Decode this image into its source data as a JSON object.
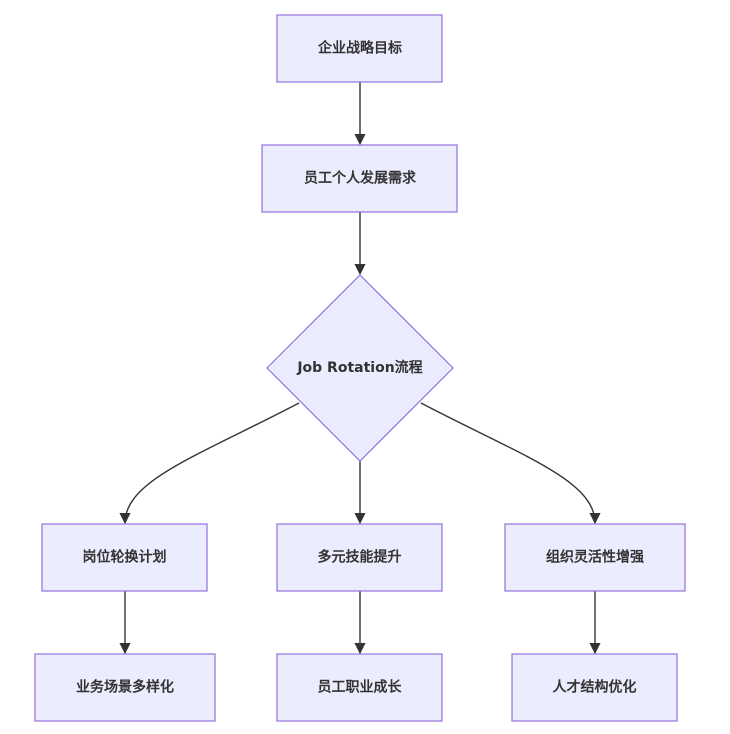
{
  "diagram": {
    "nodes": {
      "goal": "企业战略目标",
      "needs": "员工个人发展需求",
      "process": "Job Rotation流程",
      "plan": "岗位轮换计划",
      "skills": "多元技能提升",
      "flex": "组织灵活性增强",
      "scenarios": "业务场景多样化",
      "career": "员工职业成长",
      "talent": "人才结构优化"
    },
    "colors": {
      "node_fill": "#ececff",
      "node_stroke": "#9370db",
      "edge": "#333333",
      "text": "#333333"
    }
  }
}
